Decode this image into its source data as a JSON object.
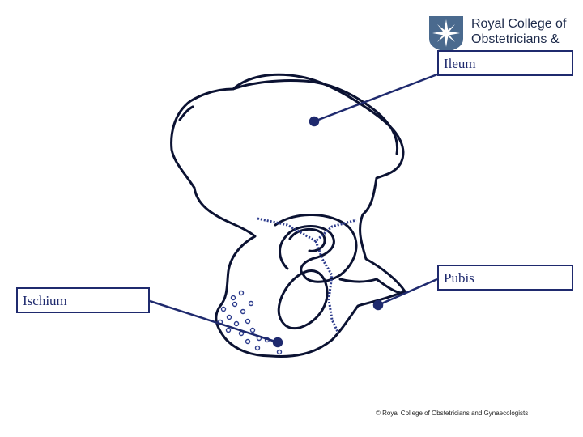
{
  "logo": {
    "line1": "Royal College of",
    "line2": "Obstetricians &",
    "mark": "compass-star-icon",
    "colors": {
      "mark_background": "#4a6a8e",
      "text": "#1d2a4a"
    }
  },
  "labels": {
    "ileum": "Ileum",
    "pubis": "Pubis",
    "ischium": "Ischium"
  },
  "footer": {
    "copyright": "© Royal College of Obstetricians and Gynaecologists"
  },
  "colors": {
    "outline": "#0b1232",
    "pointer": "#1f2a6e",
    "boundary_dots": "#2c3b8c"
  }
}
